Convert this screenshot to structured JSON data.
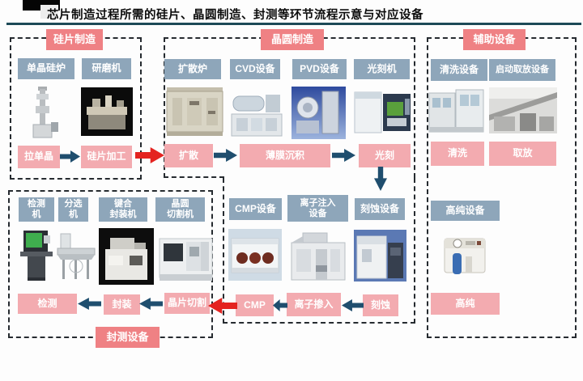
{
  "title": "芯片制造过程所需的硅片、晶圆制造、封测等环节流程示意与对应设备",
  "colors": {
    "section_badge": "#ef8184",
    "equipment_badge": "#8ea6ba",
    "step_badge": "#f3abb0",
    "arrow_blue": "#1f4e6e",
    "arrow_red": "#e42320",
    "title_rule": "#1d4a57"
  },
  "sections": {
    "silicon": {
      "label": "硅片制造",
      "equipment": [
        {
          "label": "单晶硅炉",
          "image": "crystal-puller"
        },
        {
          "label": "研磨机",
          "image": "grinding-machine"
        }
      ],
      "steps": [
        {
          "label": "拉单晶"
        },
        {
          "label": "硅片加工"
        }
      ]
    },
    "wafer": {
      "label": "晶圆制造",
      "equipment_row1": [
        {
          "label": "扩散炉",
          "image": "diffusion-furnace"
        },
        {
          "label": "CVD设备",
          "image": "cvd-system"
        },
        {
          "label": "PVD设备",
          "image": "pvd-system"
        },
        {
          "label": "光刻机",
          "image": "lithography-machine"
        }
      ],
      "steps_row1": [
        {
          "label": "扩散"
        },
        {
          "label": "薄膜沉积"
        },
        {
          "label": "光刻"
        }
      ],
      "equipment_row2": [
        {
          "label": "CMP设备",
          "image": "cmp-system"
        },
        {
          "label": "离子注入\n设备",
          "image": "ion-implanter"
        },
        {
          "label": "刻蚀设备",
          "image": "etching-system"
        }
      ],
      "steps_row2": [
        {
          "label": "CMP"
        },
        {
          "label": "离子掺入"
        },
        {
          "label": "刻蚀"
        }
      ]
    },
    "aux": {
      "label": "辅助设备",
      "equipment": [
        {
          "label": "清洗设备",
          "image": "cleaning-system"
        },
        {
          "label": "启动取放设备",
          "image": "pick-place-system"
        },
        {
          "label": "高纯设备",
          "image": "high-purity-system"
        }
      ],
      "steps": [
        {
          "label": "清洗"
        },
        {
          "label": "取放"
        },
        {
          "label": "高纯"
        }
      ]
    },
    "package": {
      "label": "封测设备",
      "equipment": [
        {
          "label": "检测\n机",
          "image": "test-machine"
        },
        {
          "label": "分选\n机",
          "image": "sorting-machine"
        },
        {
          "label": "键合\n封装机",
          "image": "bonding-machine"
        },
        {
          "label": "晶圆\n切割机",
          "image": "wafer-dicing-machine"
        }
      ],
      "steps": [
        {
          "label": "检测"
        },
        {
          "label": "封装"
        },
        {
          "label": "晶片切割"
        }
      ]
    }
  }
}
